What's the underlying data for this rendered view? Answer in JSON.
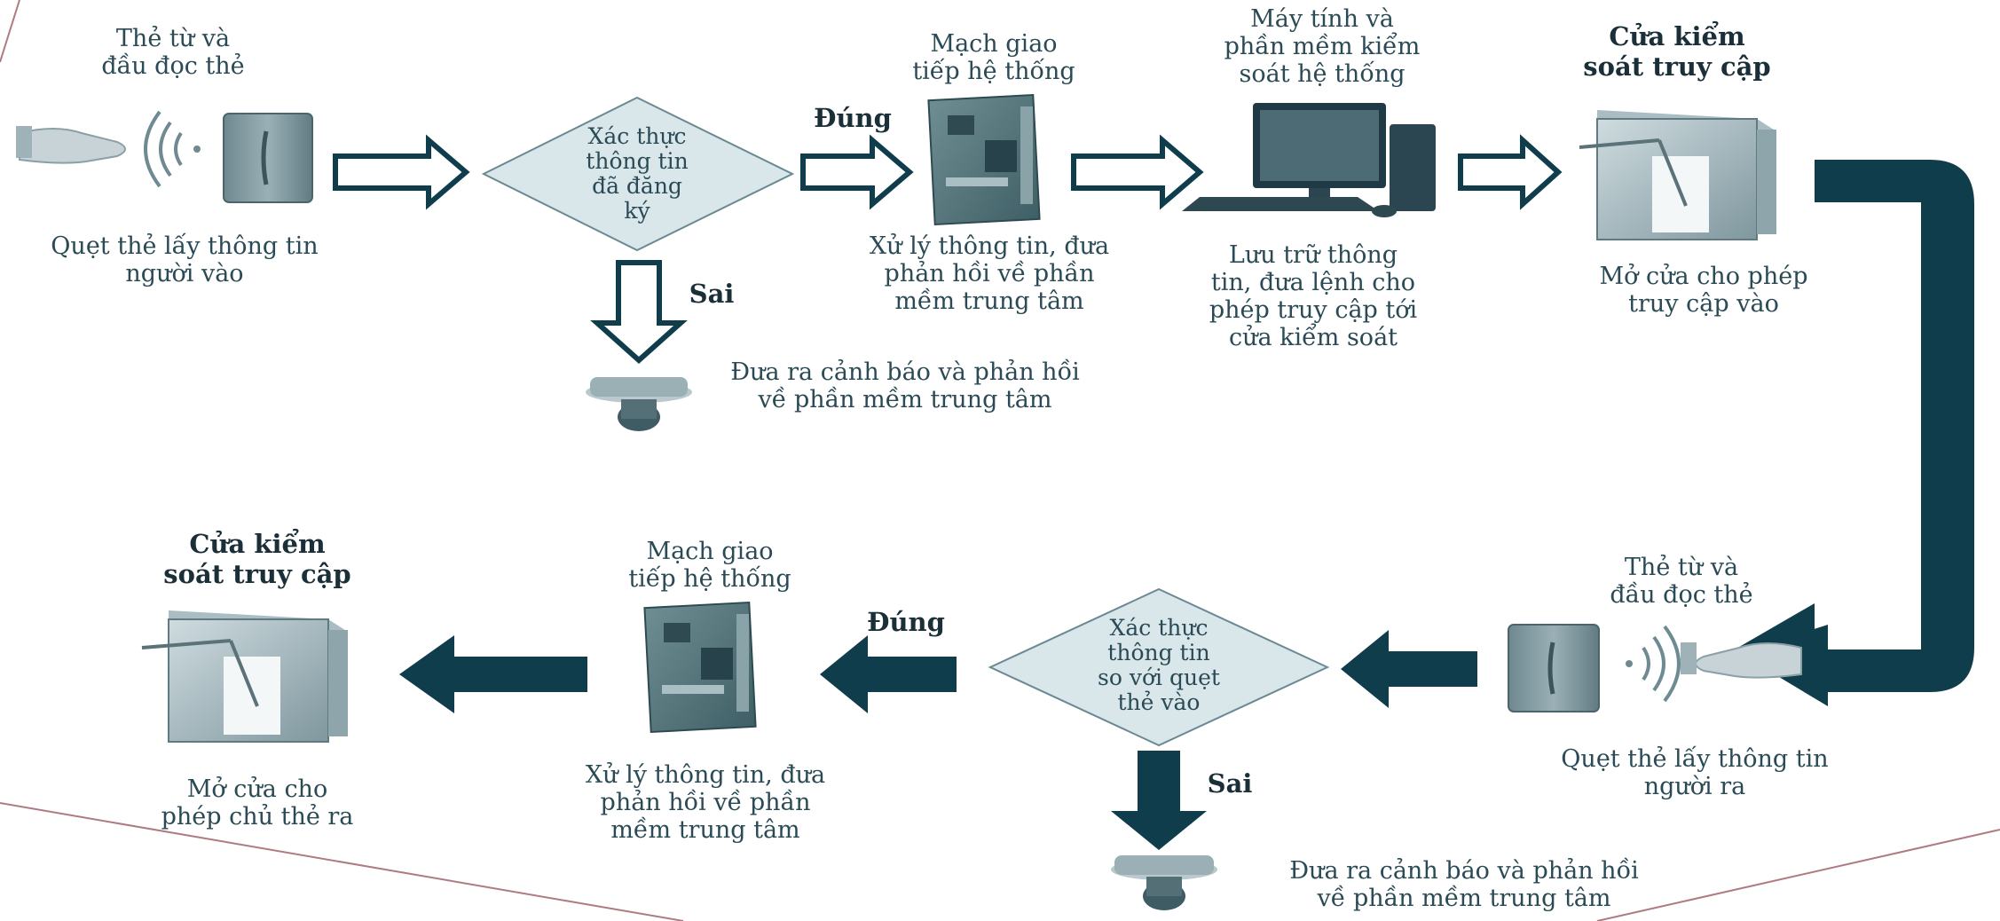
{
  "top": {
    "reader_label": "Thẻ từ và\nđầu đọc thẻ",
    "swipe_caption": "Quẹt thẻ lấy thông tin\nngười vào",
    "verify_diamond": "Xác thực\nthông tin\nđã đăng\nký",
    "yes_label": "Đúng",
    "no_label": "Sai",
    "board_label": "Mạch giao\ntiếp hệ thống",
    "board_caption": "Xử lý thông tin,  đưa\nphản hồi về phần\nmềm trung tâm",
    "alarm_caption": "Đưa ra cảnh báo và phản hồi\nvề phần mềm trung tâm",
    "pc_label": "Máy tính  và\nphần mềm kiểm\nsoát hệ thống",
    "pc_caption": "Lưu trữ thông\ntin,  đưa lệnh cho\nphép truy cập tới\ncửa kiểm soát",
    "gate_title": "Cửa kiểm\nsoát truy cập",
    "gate_caption": "Mở cửa cho phép\ntruy cập vào"
  },
  "bottom": {
    "reader_label": "Thẻ từ và\nđầu đọc thẻ",
    "swipe_caption": "Quẹt thẻ lấy thông tin\nngười ra",
    "verify_diamond": "Xác thực\nthông tin\nso với quẹt\nthẻ vào",
    "yes_label": "Đúng",
    "no_label": "Sai",
    "alarm_caption": "Đưa ra cảnh báo và phản hồi\nvề phần mềm trung tâm",
    "board_label": "Mạch giao\ntiếp hệ thống",
    "board_caption": "Xử lý thông tin,  đưa\nphản hồi về phần\nmềm trung tâm",
    "gate_title": "Cửa kiểm\nsoát truy cập",
    "gate_caption": "Mở cửa cho\nphép chủ thẻ ra"
  },
  "icons": [
    "hand-icon",
    "wireless-signal-icon",
    "card-reader-icon",
    "control-board-icon",
    "alarm-siren-icon",
    "computer-icon",
    "turnstile-gate-icon"
  ],
  "colors": {
    "arrow_dark": "#0f3d4c",
    "diamond_fill": "#d9e6ea",
    "text": "#2a4a55",
    "frame_line": "#b07a82"
  }
}
